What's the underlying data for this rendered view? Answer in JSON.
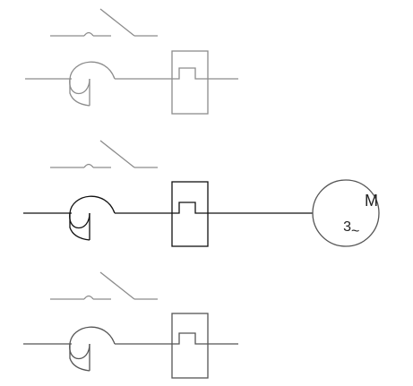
{
  "diagram": {
    "type": "electrical-schematic",
    "line_color": "#8c8c8c",
    "feed_line_color_middle": "#111111",
    "branches": [
      {
        "id": "phase-1",
        "components": [
          "manual-switch",
          "circuit-breaker",
          "thermal-overload-relay"
        ]
      },
      {
        "id": "phase-2",
        "components": [
          "manual-switch",
          "circuit-breaker",
          "thermal-overload-relay"
        ]
      },
      {
        "id": "phase-3",
        "components": [
          "manual-switch",
          "circuit-breaker",
          "thermal-overload-relay"
        ]
      }
    ],
    "motor": {
      "letter": "M",
      "phases": "3",
      "ac_symbol": "~"
    }
  }
}
